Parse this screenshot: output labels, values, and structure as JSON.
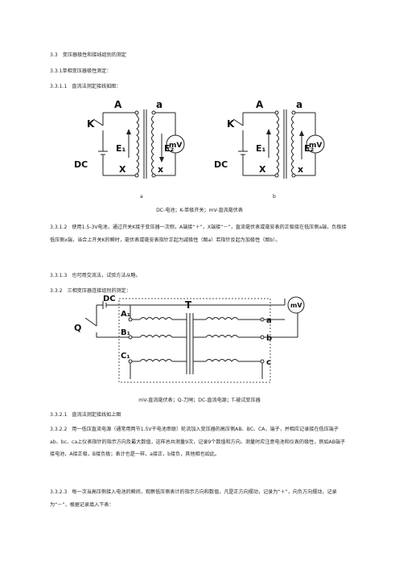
{
  "heading": "3.3　变压器极性和接线组别的测定",
  "sub1": "3.3.1单相变压器极性测定：",
  "sub1_1": "3.3.1.1　直流法测定接线如图：",
  "fig1": {
    "label_a": "a",
    "label_b": "b",
    "caption": "DC-电池；K-单极开关；mV-直流毫伏表",
    "labels": {
      "A": "A",
      "a": "a",
      "X": "X",
      "x": "x",
      "E1": "E₁",
      "E2": "E₂",
      "mV": "mV",
      "K": "K",
      "DC": "DC"
    }
  },
  "p1_1_2": "3.3.1.2　使用1.5-3V电池，通过开关K接于变压器一次侧，A端接“＋”，X端接“－”，直流毫伏表或毫安表的正极接在低压侧a端，负极接低压侧x端，当合上开关K的瞬时，毫伏表或毫安表指针正起为减极性（图a）若指针反起为加极性（图b）。",
  "p1_1_3": "3.3.1.3　也可用交流法，试验方法从略。",
  "sub3_2": "3.3.2　三相变压器连接组别的测定：",
  "fig2": {
    "caption": "mV-直流毫伏表；Q-刀闸；DC-直流电源；T-被试变压器",
    "labels": {
      "DC": "DC",
      "T": "T",
      "Q": "Q",
      "mV": "mV",
      "A1": "A₁",
      "B1": "B₁",
      "C1": "C₁",
      "a": "a",
      "b": "b",
      "c": "c"
    }
  },
  "p2_1": "3.3.2.1　直流法测定接线如上图",
  "p2_2": "3.3.2.2　用一低压直流电源（通常用两节1.5V干电池串联）轮流加入变压器的高压侧AB、BC、CA，端子，并相应记录接在低压端子ab、bc、ca上仪表指针的指示方向及最大数值，这样总共测量9次，记录9个数值和方向。测量时应注意电池和仪表的极性，例如AB端子接电池，A接正极，B接负极；表计也是一样，a接正，b接负，其他相也如此。",
  "p2_3": "3.3.2.3　每一次当高压侧接入电池的瞬间，观察低压侧表计的指示方向和数值，凡是正方向摆动，记录为“＋”，向负方向摆动，记录为“－”，根据记录填入下表："
}
